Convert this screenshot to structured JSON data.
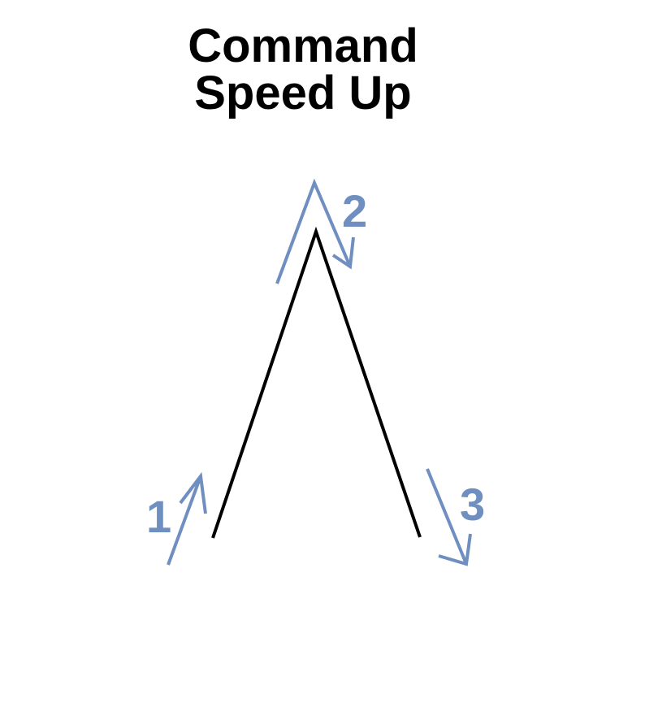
{
  "title": {
    "line1": "Command",
    "line2": "Speed Up"
  },
  "steps": [
    {
      "label": "1"
    },
    {
      "label": "2"
    },
    {
      "label": "3"
    }
  ],
  "colors": {
    "accent": "#6f8fc0",
    "profile": "#000000",
    "background": "#ffffff"
  }
}
